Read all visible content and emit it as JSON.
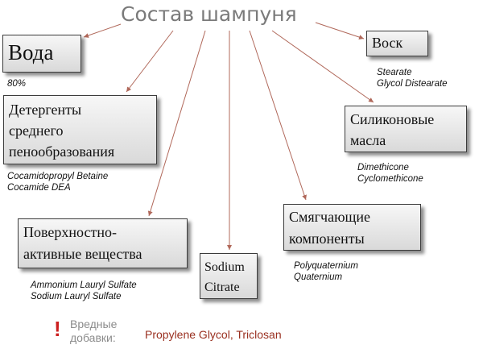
{
  "title": "Состав шампуня",
  "colors": {
    "arrow": "#b0685a",
    "title": "#7a7a7a",
    "harm_mark": "#cc1f1f",
    "harm_items": "#9a3020"
  },
  "components": {
    "water": {
      "label": "Вода",
      "examples": [
        "80%"
      ]
    },
    "wax": {
      "label": "Воск",
      "examples": [
        "Stearate",
        "Glycol Distearate"
      ]
    },
    "detergents": {
      "label_lines": [
        "Детергенты",
        "среднего",
        "пенообразования"
      ],
      "examples": [
        "Cocamidopropyl Betaine",
        "Cocamide DEA"
      ]
    },
    "silicones": {
      "label_lines": [
        "Силиконовые",
        "масла"
      ],
      "examples": [
        "Dimethicone",
        "Cyclomethicone"
      ]
    },
    "surfactants": {
      "label_lines": [
        "Поверхностно-",
        "активные вещества"
      ],
      "examples": [
        "Ammonium Lauryl Sulfate",
        "Sodium Lauryl Sulfate"
      ]
    },
    "softeners": {
      "label_lines": [
        "Смягчающие",
        "компоненты"
      ],
      "examples": [
        "Polyquaternium",
        "Quaternium"
      ]
    },
    "sodium_citrate": {
      "label_lines": [
        "Sodium",
        "Citrate"
      ]
    }
  },
  "harmful": {
    "mark": "!",
    "label_lines": [
      "Вредные",
      "добавки:"
    ],
    "items": "Propylene Glycol,  Triclosan"
  }
}
